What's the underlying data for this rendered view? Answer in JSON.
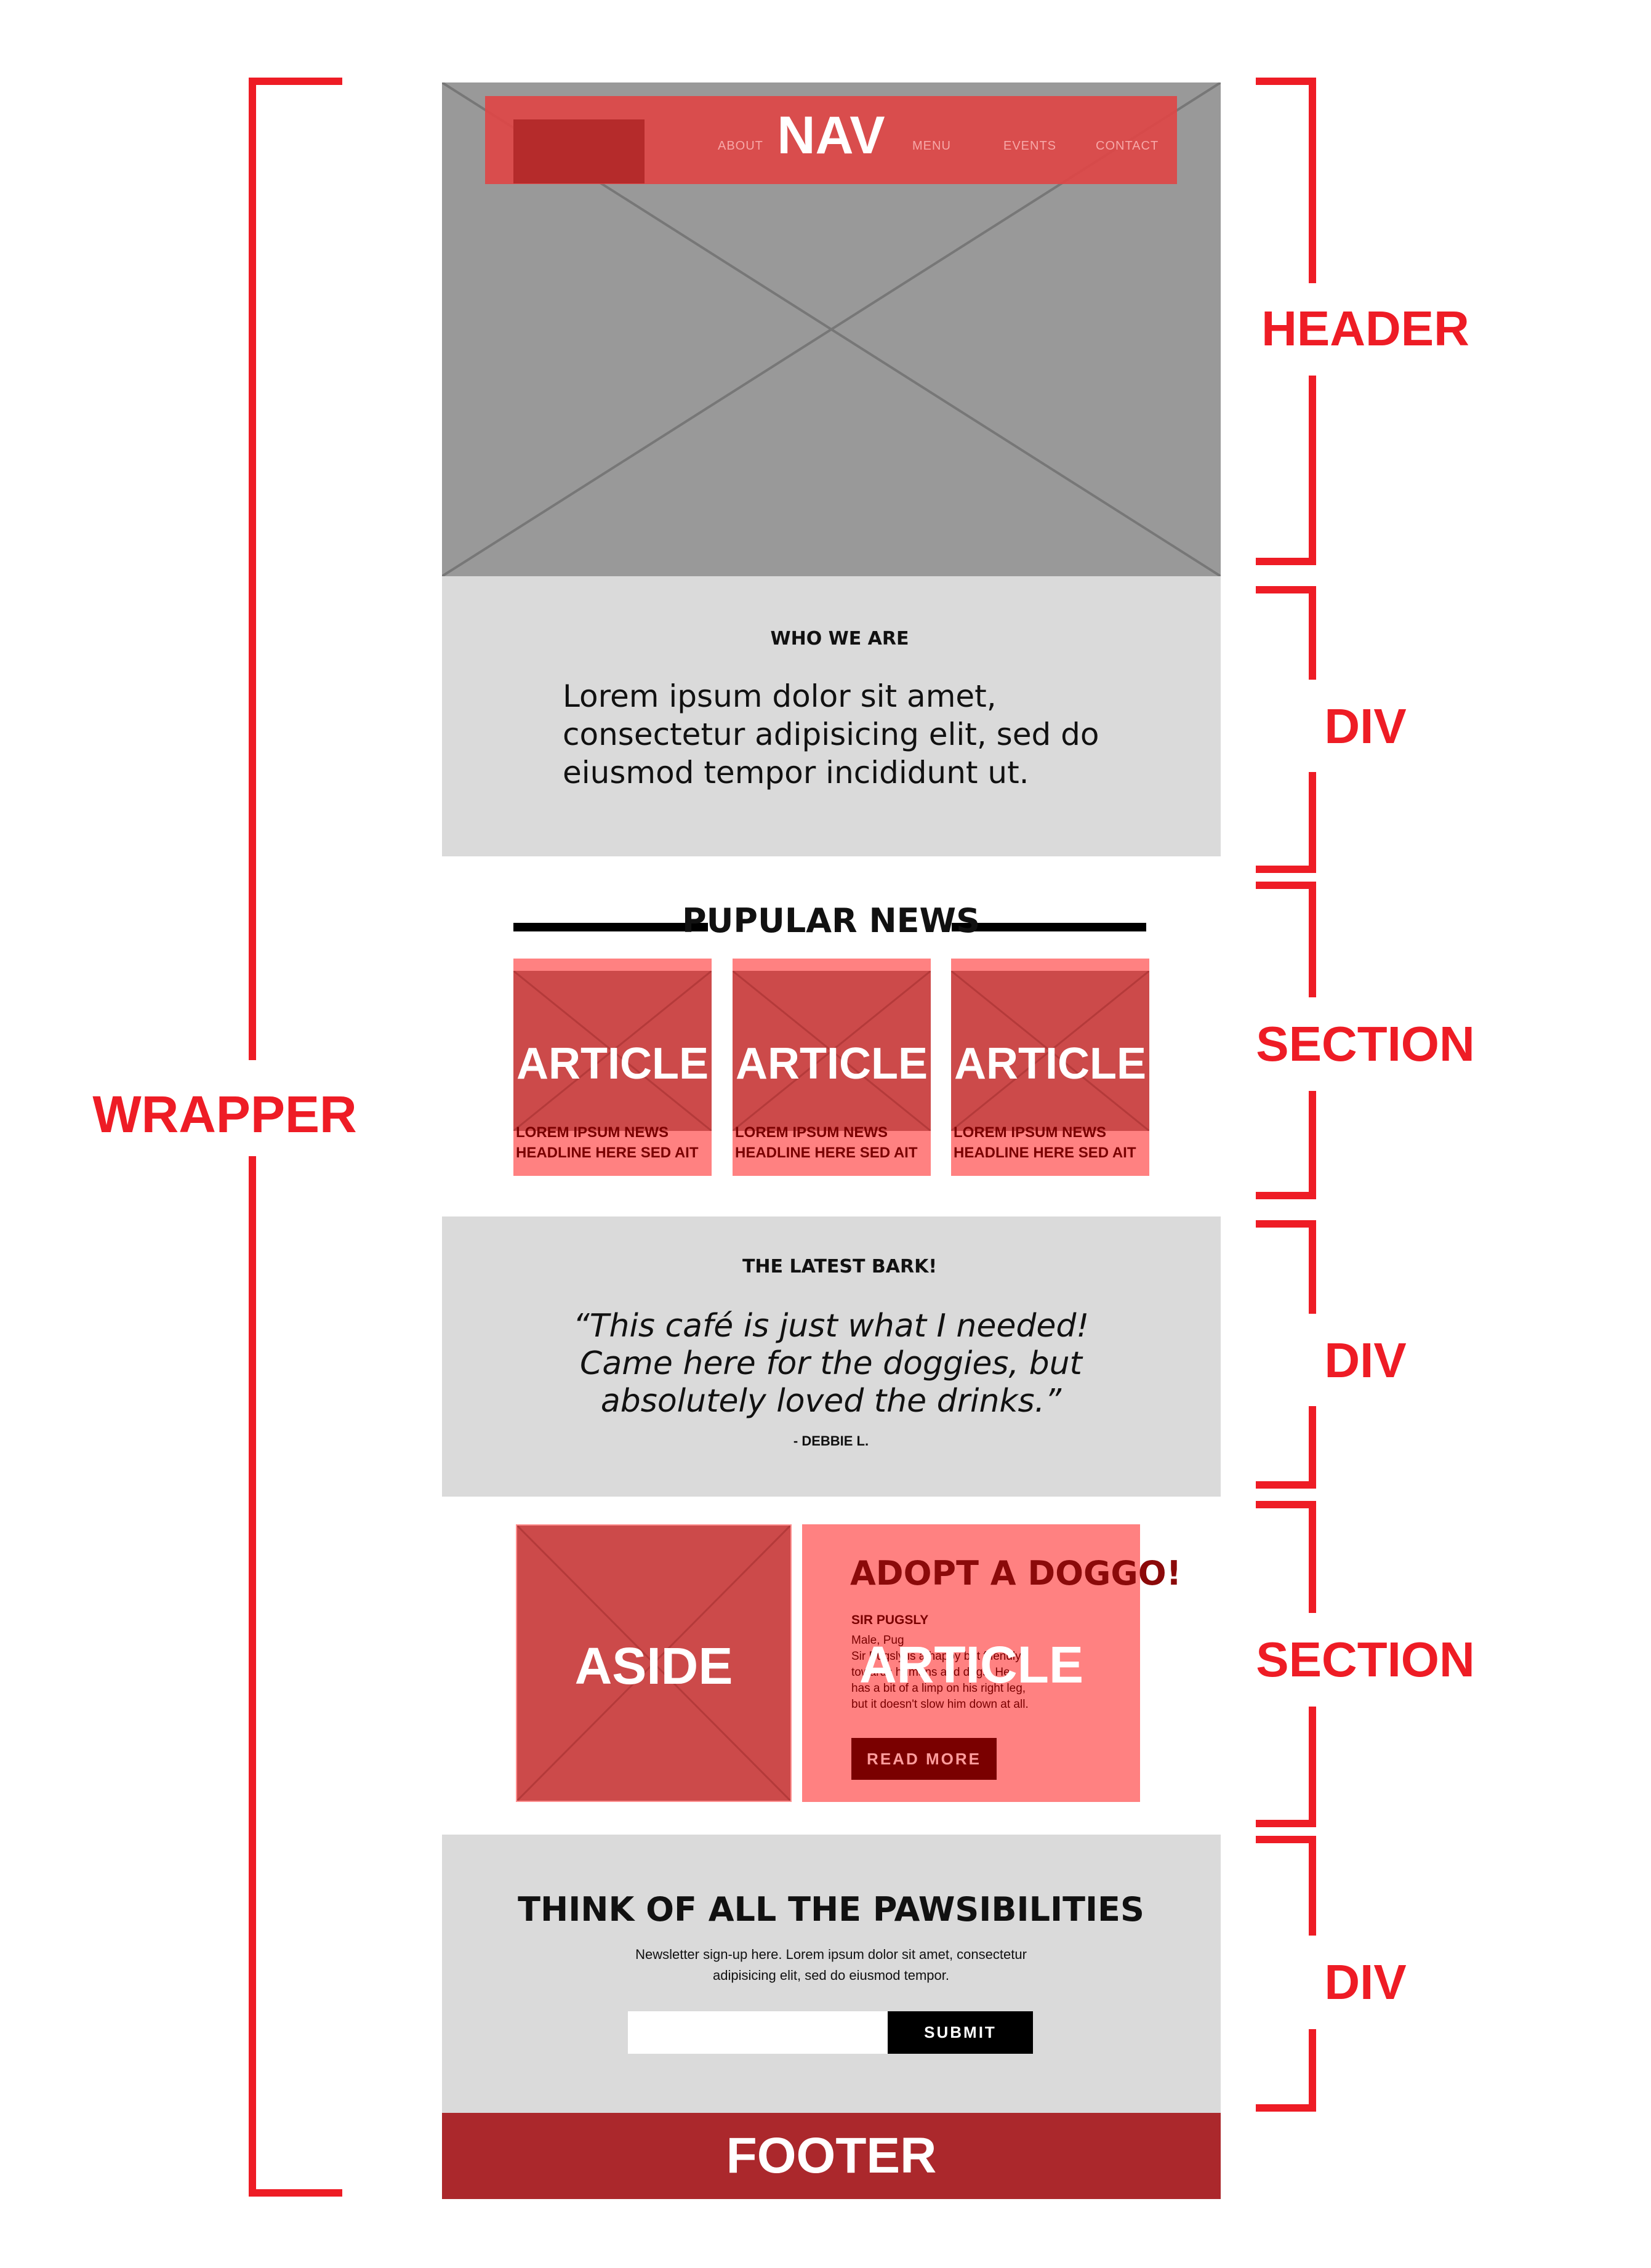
{
  "colors": {
    "bracket_red": "#ee1c25",
    "nav_red": "#de4646",
    "card_red": "#cc4a4a",
    "card_pink": "#ff8181",
    "dark_red": "#7a0000",
    "footer_red": "#ab282c",
    "header_gray": "#999999",
    "block_gray": "#dadada"
  },
  "labels": {
    "wrapper": "WRAPPER",
    "header": "HEADER",
    "div_1": "DIV",
    "section_1": "SECTION",
    "div_2": "DIV",
    "section_2": "SECTION",
    "div_3": "DIV"
  },
  "nav": {
    "title": "NAV",
    "links": [
      "ABOUT",
      "MENU",
      "EVENTS",
      "CONTACT"
    ]
  },
  "who_we_are": {
    "heading": "WHO WE ARE",
    "text": "Lorem ipsum dolor sit amet, consectetur adipisicing elit, sed do eiusmod tempor incididunt ut."
  },
  "popular_news": {
    "title": "PUPULAR NEWS",
    "cards": [
      {
        "label": "ARTICLE",
        "headline": "LOREM IPSUM NEWS HEADLINE HERE SED AIT"
      },
      {
        "label": "ARTICLE",
        "headline": "LOREM IPSUM NEWS HEADLINE HERE SED AIT"
      },
      {
        "label": "ARTICLE",
        "headline": "LOREM IPSUM NEWS HEADLINE HERE SED AIT"
      }
    ]
  },
  "latest_bark": {
    "heading": "THE LATEST BARK!",
    "quote": "“This café is just what I needed! Came here for the doggies, but absolutely loved the drinks.”",
    "author": "- DEBBIE L."
  },
  "adopt": {
    "aside_label": "ASIDE",
    "title": "ADOPT A DOGGO!",
    "pet_name": "SIR PUGSLY",
    "pet_desc": "Male, Pug\nSir Pugsly is a happy but friendly towards humans and dogs. He has a bit of a limp on his right leg, but it doesn't slow him down at all.",
    "article_label": "ARTICLE",
    "read_more": "READ MORE"
  },
  "newsletter": {
    "title": "THINK OF ALL THE PAWSIBILITIES",
    "text": "Newsletter sign-up here. Lorem ipsum dolor sit amet, consectetur adipisicing elit, sed do eiusmod tempor.",
    "input_value": "",
    "submit": "SUBMIT"
  },
  "footer": {
    "label": "FOOTER"
  }
}
